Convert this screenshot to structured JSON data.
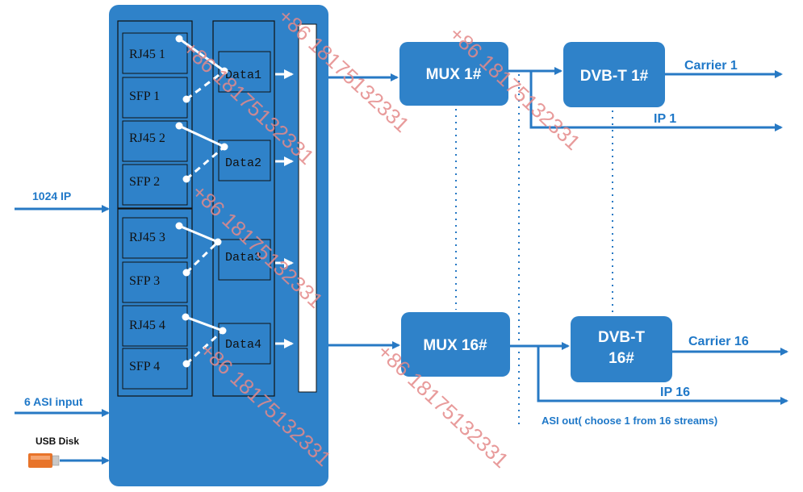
{
  "inputs": {
    "ip_in": "1024 IP",
    "asi_in": "6 ASI input",
    "usb": "USB Disk"
  },
  "ports": [
    {
      "rj45": "RJ45  1",
      "sfp": "SFP  1",
      "data": "Data1"
    },
    {
      "rj45": "RJ45  2",
      "sfp": "SFP  2",
      "data": "Data2"
    },
    {
      "rj45": "RJ45  3",
      "sfp": "SFP  3",
      "data": "Data3"
    },
    {
      "rj45": "RJ45  4",
      "sfp": "SFP  4",
      "data": "Data4"
    }
  ],
  "mux": {
    "first": "MUX 1#",
    "last": "MUX 16#"
  },
  "dvbt": {
    "first": "DVB-T 1#",
    "last_line1": "DVB-T",
    "last_line2": "16#"
  },
  "outputs": {
    "carrier_first": "Carrier 1",
    "ip_first": "IP 1",
    "carrier_last": "Carrier 16",
    "ip_last": "IP 16",
    "asi_out": "ASI out( choose 1 from 16 streams)"
  },
  "watermark": "+86 18175132331",
  "colors": {
    "panel": "#2f82c9",
    "box": "#2f82c9",
    "line": "#2779c4",
    "text_blue": "#1f78c8",
    "watermark": "#e58a8a",
    "usb": "#e8742a"
  }
}
